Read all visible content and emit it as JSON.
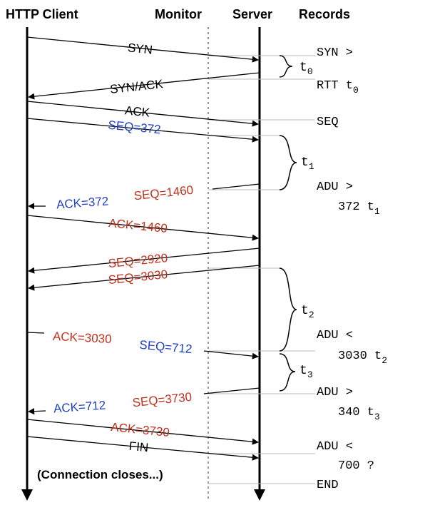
{
  "headers": {
    "client": "HTTP Client",
    "monitor": "Monitor",
    "server": "Server",
    "records": "Records"
  },
  "colors": {
    "black": "#000000",
    "blue": "#1f3fc4",
    "red": "#c0321e",
    "gray": "#bbbbbb"
  },
  "messages": [
    {
      "label": "SYN",
      "color": "black"
    },
    {
      "label": "SYN/ACK",
      "color": "black"
    },
    {
      "label": "ACK",
      "color": "black"
    },
    {
      "label": "SEQ=372",
      "color": "blue"
    },
    {
      "label": "SEQ=1460",
      "color": "red"
    },
    {
      "label": "ACK=372",
      "color": "blue"
    },
    {
      "label": "ACK=1460",
      "color": "red"
    },
    {
      "label": "SEQ=2920",
      "color": "red"
    },
    {
      "label": "SEQ=3030",
      "color": "red"
    },
    {
      "label": "ACK=3030",
      "color": "red"
    },
    {
      "label": "SEQ=712",
      "color": "blue"
    },
    {
      "label": "SEQ=3730",
      "color": "red"
    },
    {
      "label": "ACK=712",
      "color": "blue"
    },
    {
      "label": "ACK=3730",
      "color": "red"
    },
    {
      "label": "FIN",
      "color": "black"
    }
  ],
  "records": [
    {
      "text": "SYN >",
      "sub": ""
    },
    {
      "text": "RTT t",
      "sub": "0"
    },
    {
      "text": "SEQ",
      "sub": ""
    },
    {
      "text": "ADU >",
      "sub": ""
    },
    {
      "text": "372 t",
      "sub": "1"
    },
    {
      "text": "ADU <",
      "sub": ""
    },
    {
      "text": "3030 t",
      "sub": "2"
    },
    {
      "text": "ADU >",
      "sub": ""
    },
    {
      "text": "340 t",
      "sub": "3"
    },
    {
      "text": "ADU <",
      "sub": ""
    },
    {
      "text": "700 ?",
      "sub": ""
    },
    {
      "text": "END",
      "sub": ""
    }
  ],
  "intervals": [
    {
      "label": "t",
      "sub": "0"
    },
    {
      "label": "t",
      "sub": "1"
    },
    {
      "label": "t",
      "sub": "2"
    },
    {
      "label": "t",
      "sub": "3"
    }
  ],
  "note": "(Connection closes...)"
}
